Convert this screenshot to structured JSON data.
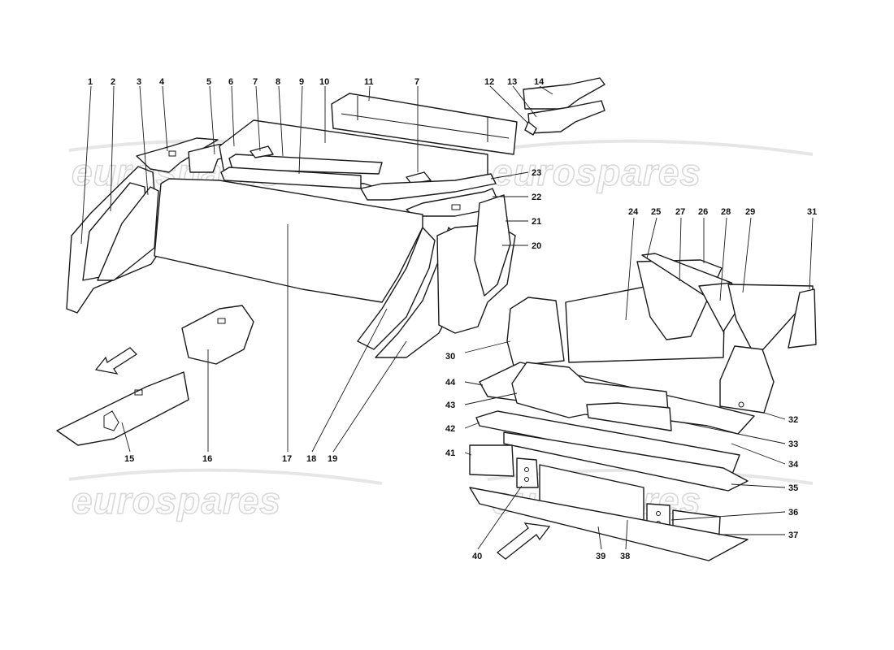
{
  "watermark": {
    "text": "eurospares"
  },
  "callouts": [
    {
      "id": "c1",
      "text": "1"
    },
    {
      "id": "c2",
      "text": "2"
    },
    {
      "id": "c3",
      "text": "3"
    },
    {
      "id": "c4",
      "text": "4"
    },
    {
      "id": "c5",
      "text": "5"
    },
    {
      "id": "c6",
      "text": "6"
    },
    {
      "id": "c7a",
      "text": "7"
    },
    {
      "id": "c8",
      "text": "8"
    },
    {
      "id": "c9",
      "text": "9"
    },
    {
      "id": "c10",
      "text": "10"
    },
    {
      "id": "c11",
      "text": "11"
    },
    {
      "id": "c7b",
      "text": "7"
    },
    {
      "id": "c12",
      "text": "12"
    },
    {
      "id": "c13",
      "text": "13"
    },
    {
      "id": "c14",
      "text": "14"
    },
    {
      "id": "c15",
      "text": "15"
    },
    {
      "id": "c16",
      "text": "16"
    },
    {
      "id": "c17",
      "text": "17"
    },
    {
      "id": "c18",
      "text": "18"
    },
    {
      "id": "c19",
      "text": "19"
    },
    {
      "id": "c20",
      "text": "20"
    },
    {
      "id": "c21",
      "text": "21"
    },
    {
      "id": "c22",
      "text": "22"
    },
    {
      "id": "c23",
      "text": "23"
    },
    {
      "id": "c24",
      "text": "24"
    },
    {
      "id": "c25",
      "text": "25"
    },
    {
      "id": "c26",
      "text": "26"
    },
    {
      "id": "c27",
      "text": "27"
    },
    {
      "id": "c28",
      "text": "28"
    },
    {
      "id": "c29",
      "text": "29"
    },
    {
      "id": "c30",
      "text": "30"
    },
    {
      "id": "c31",
      "text": "31"
    },
    {
      "id": "c32",
      "text": "32"
    },
    {
      "id": "c33",
      "text": "33"
    },
    {
      "id": "c34",
      "text": "34"
    },
    {
      "id": "c35",
      "text": "35"
    },
    {
      "id": "c36",
      "text": "36"
    },
    {
      "id": "c37",
      "text": "37"
    },
    {
      "id": "c38",
      "text": "38"
    },
    {
      "id": "c39",
      "text": "39"
    },
    {
      "id": "c40",
      "text": "40"
    },
    {
      "id": "c41",
      "text": "41"
    },
    {
      "id": "c42",
      "text": "42"
    },
    {
      "id": "c43",
      "text": "43"
    },
    {
      "id": "c44",
      "text": "44"
    }
  ],
  "colors": {
    "line": "#1a1a1a",
    "watermark": "#d9d9d9",
    "background": "#ffffff"
  }
}
